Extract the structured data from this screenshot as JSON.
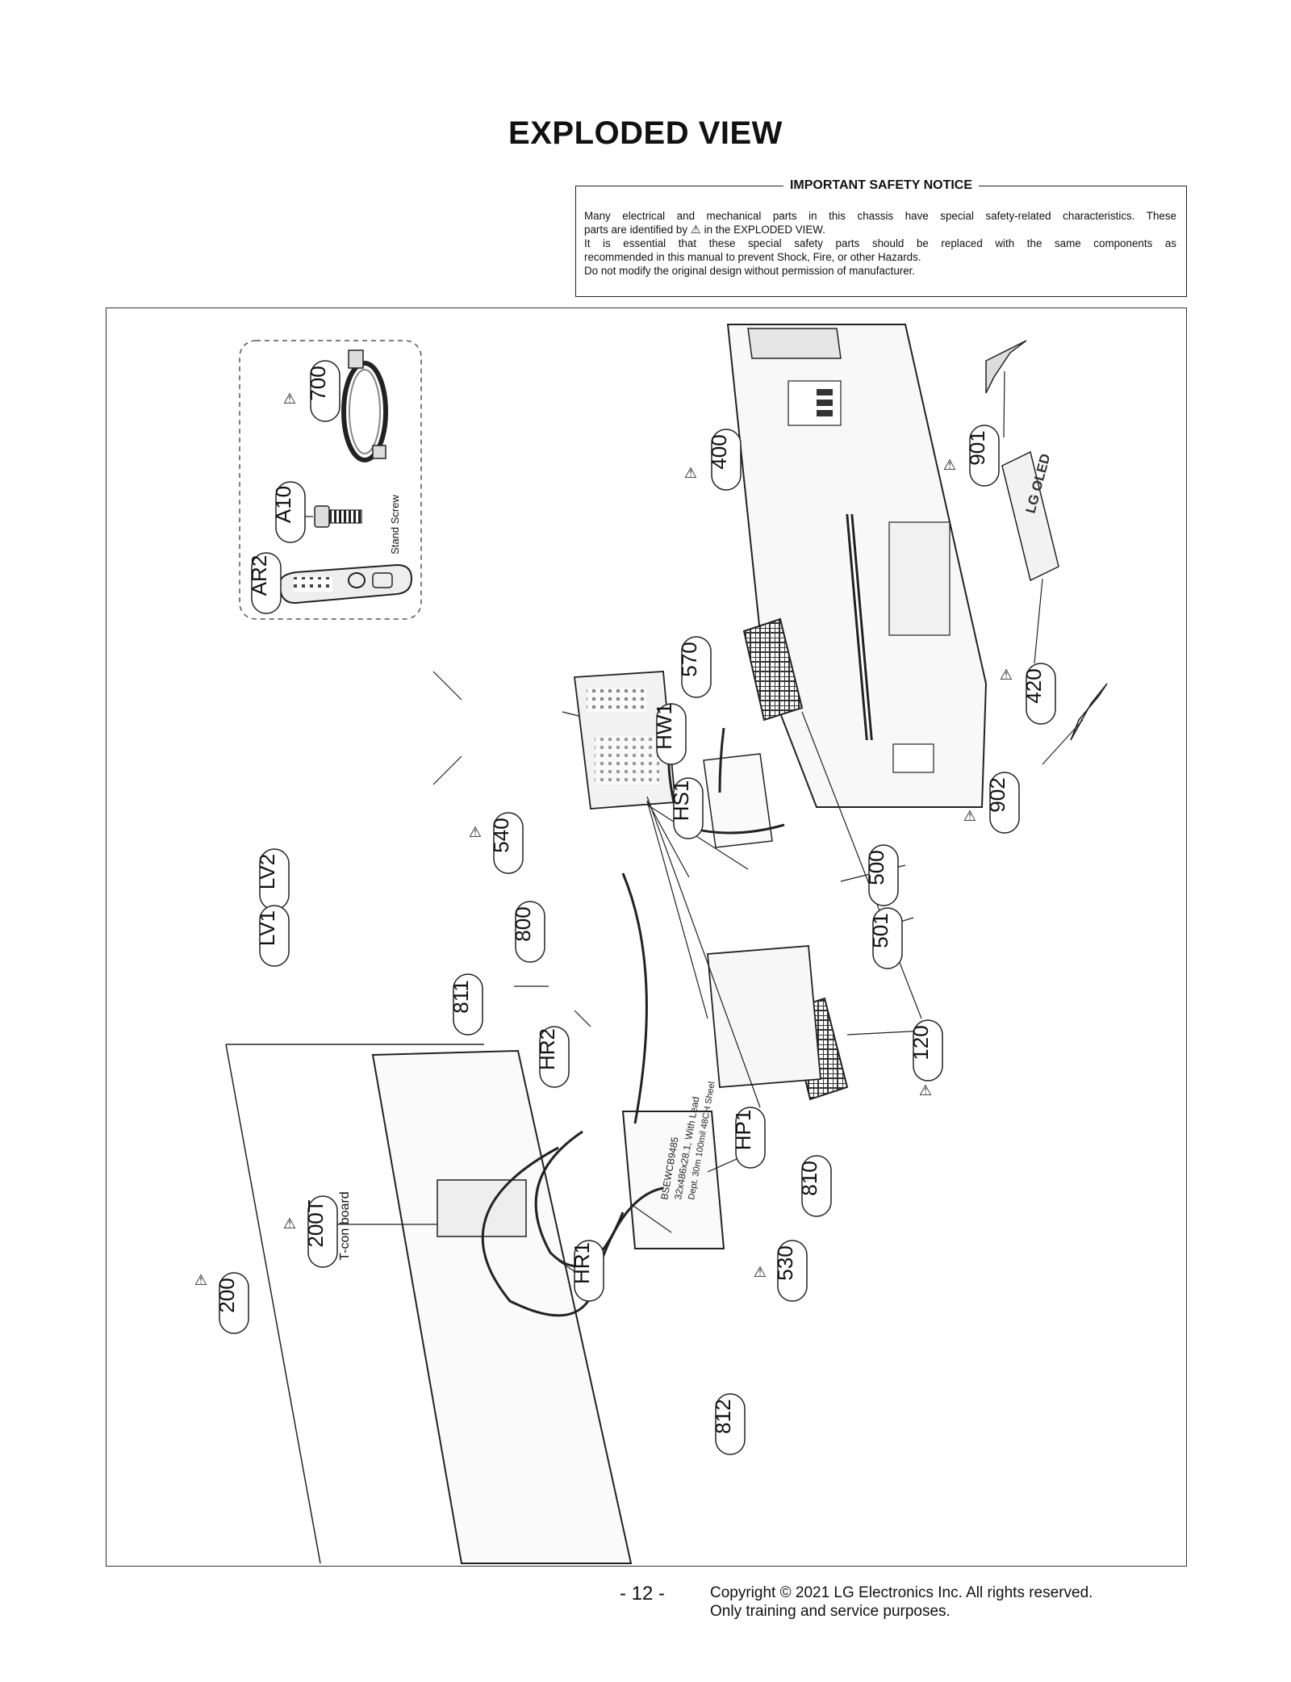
{
  "page": {
    "title": "EXPLODED VIEW",
    "page_number": "- 12 -",
    "copyright_line1": "Copyright © 2021 LG Electronics Inc. All rights reserved.",
    "copyright_line2": "Only training and service purposes."
  },
  "notice": {
    "heading": "IMPORTANT SAFETY NOTICE",
    "line1": "Many electrical and mechanical parts in this chassis have special safety-related characteristics. These",
    "line2_before": "parts are identified by",
    "line2_after": "in the EXPLODED VIEW.",
    "line3": "It is essential that these special safety parts should be replaced with the same components as",
    "line4": "recommended in this manual to prevent Shock, Fire, or other Hazards.",
    "line5": "Do not modify the original design without permission of manufacturer.",
    "warning_symbol": "⚠"
  },
  "labels": {
    "p700": "700",
    "pA10": "A10",
    "pAR2": "AR2",
    "p400": "400",
    "p901": "901",
    "p420": "420",
    "p902": "902",
    "p570": "570",
    "pHW1": "HW1",
    "pHS1": "HS1",
    "p540": "540",
    "p500": "500",
    "p501": "501",
    "p120": "120",
    "pLV2": "LV2",
    "pLV1": "LV1",
    "p800": "800",
    "p811": "811",
    "pHR2": "HR2",
    "pHP1": "HP1",
    "p810": "810",
    "p530": "530",
    "pHR1": "HR1",
    "p200T": "200T",
    "p200": "200",
    "p812": "812",
    "stand_screw": "Stand Screw",
    "tcon_board": "T-con board",
    "lg_oled": "LG OLED",
    "battery_label_1": "BSEWCB9485",
    "battery_label_2": "32x486x28.1, With Lead",
    "battery_label_3": "Dept. 30m 100mil 48CH Sheel"
  }
}
